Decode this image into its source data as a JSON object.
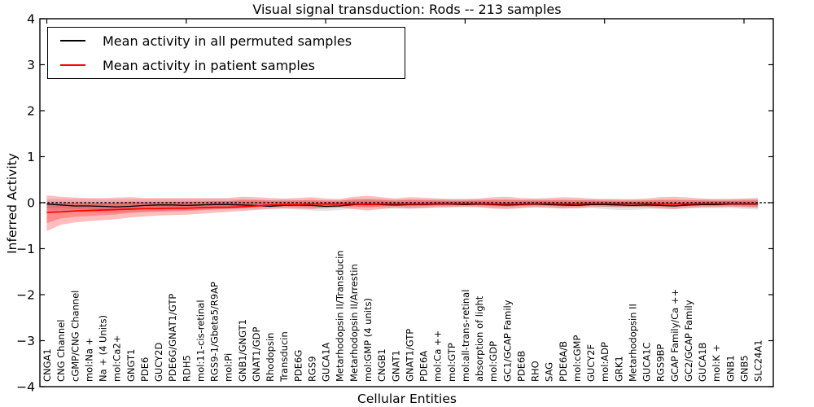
{
  "figure": {
    "title": "Visual signal transduction: Rods -- 213 samples",
    "xlabel": "Cellular Entities",
    "ylabel": "Inferred Activity",
    "background_color": "#ffffff",
    "frame_color": "#000000"
  },
  "legend": {
    "items": [
      {
        "label": "Mean activity in all permuted samples",
        "color": "#000000"
      },
      {
        "label": "Mean activity in patient samples",
        "color": "#ff0000"
      }
    ]
  },
  "chart_data": {
    "type": "line",
    "title": "Visual signal transduction: Rods -- 213 samples",
    "xlabel": "Cellular Entities",
    "ylabel": "Inferred Activity",
    "ylim": [
      -4,
      4
    ],
    "yticks": [
      4,
      3,
      2,
      1,
      0,
      -1,
      -2,
      -3,
      -4
    ],
    "grid": false,
    "legend_position": "upper left",
    "zero_line": {
      "y": 0,
      "style": "dotted",
      "color": "#000000"
    },
    "categories": [
      "CNGA1",
      "CNG Channel",
      "cGMP/CNG Channel",
      "mol:Na +",
      "Na + (4 Units)",
      "mol:Ca2+",
      "GNGT1",
      "PDE6",
      "GUCY2D",
      "PDE6G/GNAT1/GTP",
      "RDH5",
      "mol:11-cis-retinal",
      "RGS9-1/Gbeta5/R9AP",
      "mol:Pi",
      "GNB1/GNGT1",
      "GNAT1/GDP",
      "Rhodopsin",
      "Transducin",
      "PDE6G",
      "RGS9",
      "GUCA1A",
      "Metarhodopsin II/Transducin",
      "Metarhodopsin II/Arrestin",
      "mol:GMP (4 units)",
      "CNGB1",
      "GNAT1",
      "GNAT1/GTP",
      "PDE6A",
      "mol:Ca ++",
      "mol:GTP",
      "mol:all-trans-retinal",
      "absorption of light",
      "mol:GDP",
      "GC1/GCAP Family",
      "PDE6B",
      "RHO",
      "SAG",
      "PDE6A/B",
      "mol:cGMP",
      "GUCY2F",
      "mol:ADP",
      "GRK1",
      "Metarhodopsin II",
      "GUCA1C",
      "RGS9BP",
      "GCAP Family/Ca ++",
      "GC2/GCAP Family",
      "GUCA1B",
      "mol:K +",
      "GNB1",
      "GNB5",
      "SLC24A1"
    ],
    "series": [
      {
        "name": "Mean activity in all permuted samples",
        "color": "#000000",
        "values": [
          -0.03,
          -0.05,
          -0.07,
          -0.07,
          -0.08,
          -0.09,
          -0.08,
          -0.06,
          -0.05,
          -0.05,
          -0.06,
          -0.05,
          -0.04,
          -0.04,
          -0.05,
          -0.06,
          -0.08,
          -0.06,
          -0.05,
          -0.06,
          -0.08,
          -0.07,
          -0.04,
          -0.03,
          -0.04,
          -0.05,
          -0.04,
          -0.04,
          -0.03,
          -0.03,
          -0.04,
          -0.03,
          -0.04,
          -0.05,
          -0.04,
          -0.03,
          -0.04,
          -0.05,
          -0.06,
          -0.04,
          -0.04,
          -0.05,
          -0.06,
          -0.05,
          -0.06,
          -0.07,
          -0.05,
          -0.04,
          -0.04,
          -0.03,
          -0.03,
          -0.03
        ]
      },
      {
        "name": "Mean activity in patient samples",
        "color": "#ff0000",
        "values": [
          -0.21,
          -0.2,
          -0.18,
          -0.17,
          -0.16,
          -0.15,
          -0.14,
          -0.13,
          -0.13,
          -0.12,
          -0.12,
          -0.11,
          -0.1,
          -0.1,
          -0.09,
          -0.07,
          -0.05,
          -0.04,
          -0.04,
          -0.03,
          -0.03,
          -0.03,
          -0.03,
          -0.04,
          -0.03,
          -0.03,
          -0.03,
          -0.03,
          -0.02,
          -0.02,
          -0.02,
          -0.02,
          -0.03,
          -0.03,
          -0.03,
          -0.02,
          -0.02,
          -0.03,
          -0.03,
          -0.02,
          -0.02,
          -0.02,
          -0.02,
          -0.02,
          -0.03,
          -0.03,
          -0.03,
          -0.02,
          -0.02,
          -0.02,
          -0.02,
          -0.02
        ]
      }
    ],
    "bands": [
      {
        "name": "permuted-samples-range",
        "fill": "rgba(0,0,0,0.10)",
        "hi": [
          0.08,
          0.08,
          0.08,
          0.08,
          0.07,
          0.07,
          0.08,
          0.08,
          0.08,
          0.08,
          0.08,
          0.08,
          0.08,
          0.08,
          0.08,
          0.07,
          0.06,
          0.07,
          0.06,
          0.05,
          0.05,
          0.06,
          0.08,
          0.08,
          0.08,
          0.07,
          0.07,
          0.07,
          0.08,
          0.08,
          0.08,
          0.08,
          0.07,
          0.06,
          0.07,
          0.08,
          0.07,
          0.06,
          0.06,
          0.07,
          0.08,
          0.07,
          0.06,
          0.06,
          0.06,
          0.05,
          0.06,
          0.07,
          0.08,
          0.08,
          0.08,
          0.08
        ],
        "lo": [
          -0.18,
          -0.18,
          -0.2,
          -0.2,
          -0.22,
          -0.22,
          -0.2,
          -0.18,
          -0.18,
          -0.16,
          -0.16,
          -0.15,
          -0.14,
          -0.14,
          -0.15,
          -0.14,
          -0.13,
          -0.13,
          -0.15,
          -0.17,
          -0.18,
          -0.16,
          -0.13,
          -0.12,
          -0.12,
          -0.13,
          -0.13,
          -0.12,
          -0.11,
          -0.1,
          -0.1,
          -0.1,
          -0.11,
          -0.12,
          -0.11,
          -0.1,
          -0.11,
          -0.12,
          -0.13,
          -0.11,
          -0.14,
          -0.16,
          -0.16,
          -0.14,
          -0.13,
          -0.14,
          -0.12,
          -0.12,
          -0.12,
          -0.12,
          -0.14,
          -0.15
        ]
      },
      {
        "name": "patient-samples-range",
        "fill": "rgba(255,0,0,0.26)",
        "hi": [
          0.16,
          0.13,
          0.11,
          0.1,
          0.1,
          0.11,
          0.12,
          0.1,
          0.1,
          0.1,
          0.1,
          0.1,
          0.1,
          0.1,
          0.13,
          0.12,
          0.1,
          0.09,
          0.1,
          0.12,
          0.09,
          0.08,
          0.13,
          0.15,
          0.12,
          0.09,
          0.12,
          0.11,
          0.09,
          0.08,
          0.08,
          0.09,
          0.12,
          0.13,
          0.1,
          0.09,
          0.1,
          0.12,
          0.11,
          0.09,
          0.08,
          0.08,
          0.08,
          0.09,
          0.12,
          0.13,
          0.11,
          0.09,
          0.08,
          0.08,
          0.09,
          0.1
        ],
        "lo": [
          -0.62,
          -0.48,
          -0.43,
          -0.4,
          -0.38,
          -0.36,
          -0.32,
          -0.3,
          -0.28,
          -0.27,
          -0.26,
          -0.24,
          -0.22,
          -0.2,
          -0.18,
          -0.16,
          -0.14,
          -0.13,
          -0.13,
          -0.14,
          -0.11,
          -0.1,
          -0.14,
          -0.17,
          -0.14,
          -0.11,
          -0.13,
          -0.12,
          -0.1,
          -0.1,
          -0.09,
          -0.1,
          -0.13,
          -0.14,
          -0.12,
          -0.1,
          -0.11,
          -0.13,
          -0.12,
          -0.1,
          -0.09,
          -0.09,
          -0.09,
          -0.1,
          -0.13,
          -0.14,
          -0.12,
          -0.1,
          -0.1,
          -0.09,
          -0.1,
          -0.11
        ]
      }
    ]
  }
}
